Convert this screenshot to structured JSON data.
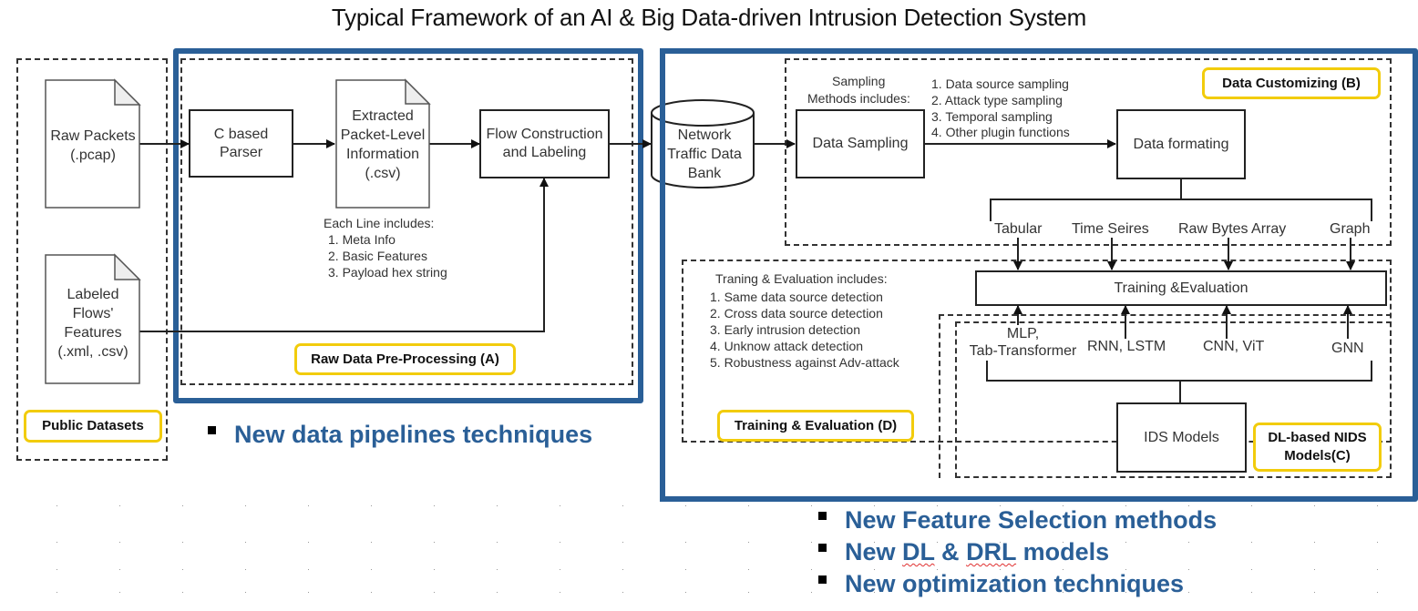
{
  "title": "Typical Framework of an AI & Big Data-driven Intrusion Detection System",
  "colors": {
    "highlight_frame": "#2a5f97",
    "label_border": "#f2cc0c",
    "bullet_text": "#2a5f97"
  },
  "public_datasets": {
    "label": "Public Datasets",
    "raw_packets": [
      "Raw Packets",
      "(.pcap)"
    ],
    "labeled_flows": [
      "Labeled",
      "Flows'",
      "Features",
      "(.xml, .csv)"
    ]
  },
  "preprocessing": {
    "label": "Raw Data Pre-Processing (A)",
    "parser": [
      "C based",
      "Parser"
    ],
    "extracted": [
      "Extracted",
      "Packet-Level",
      "Information",
      "(.csv)"
    ],
    "flow": [
      "Flow Construction",
      "and Labeling"
    ],
    "line_includes_title": "Each Line includes:",
    "line_includes": [
      "1. Meta Info",
      "2. Basic Features",
      "3. Payload hex string"
    ]
  },
  "data_bank": [
    "Network",
    "Traffic Data",
    "Bank"
  ],
  "customizing": {
    "label": "Data Customizing (B)",
    "sampling_title": [
      "Sampling",
      "Methods includes:"
    ],
    "sampling_box": "Data Sampling",
    "sampling_methods": [
      "1. Data source sampling",
      "2. Attack type sampling",
      "3. Temporal sampling",
      "4. Other plugin functions"
    ],
    "formating_box": "Data formating",
    "formats": [
      "Tabular",
      "Time Seires",
      "Raw Bytes Array",
      "Graph"
    ]
  },
  "training": {
    "label": "Training & Evaluation (D)",
    "box": "Training &Evaluation",
    "includes_title": "Traning & Evaluation includes:",
    "includes": [
      "1. Same data source detection",
      "2. Cross data source detection",
      "3. Early intrusion detection",
      "4. Unknow attack detection",
      "5. Robustness against Adv-attack"
    ]
  },
  "models": {
    "label": [
      "DL-based NIDS",
      "Models(C)"
    ],
    "box": "IDS Models",
    "items": [
      [
        "MLP,",
        "Tab-Transformer"
      ],
      [
        "RNN, LSTM"
      ],
      [
        "CNN, ViT"
      ],
      [
        "GNN"
      ]
    ]
  },
  "bullets_left": [
    "New data pipelines techniques"
  ],
  "bullets_right": [
    {
      "pre": "New ",
      "wavy1": "DL",
      "mid": " & ",
      "wavy2": "DRL",
      "post": " models"
    }
  ],
  "bullets_right_plain": [
    "New Feature Selection methods",
    "New optimization techniques"
  ]
}
